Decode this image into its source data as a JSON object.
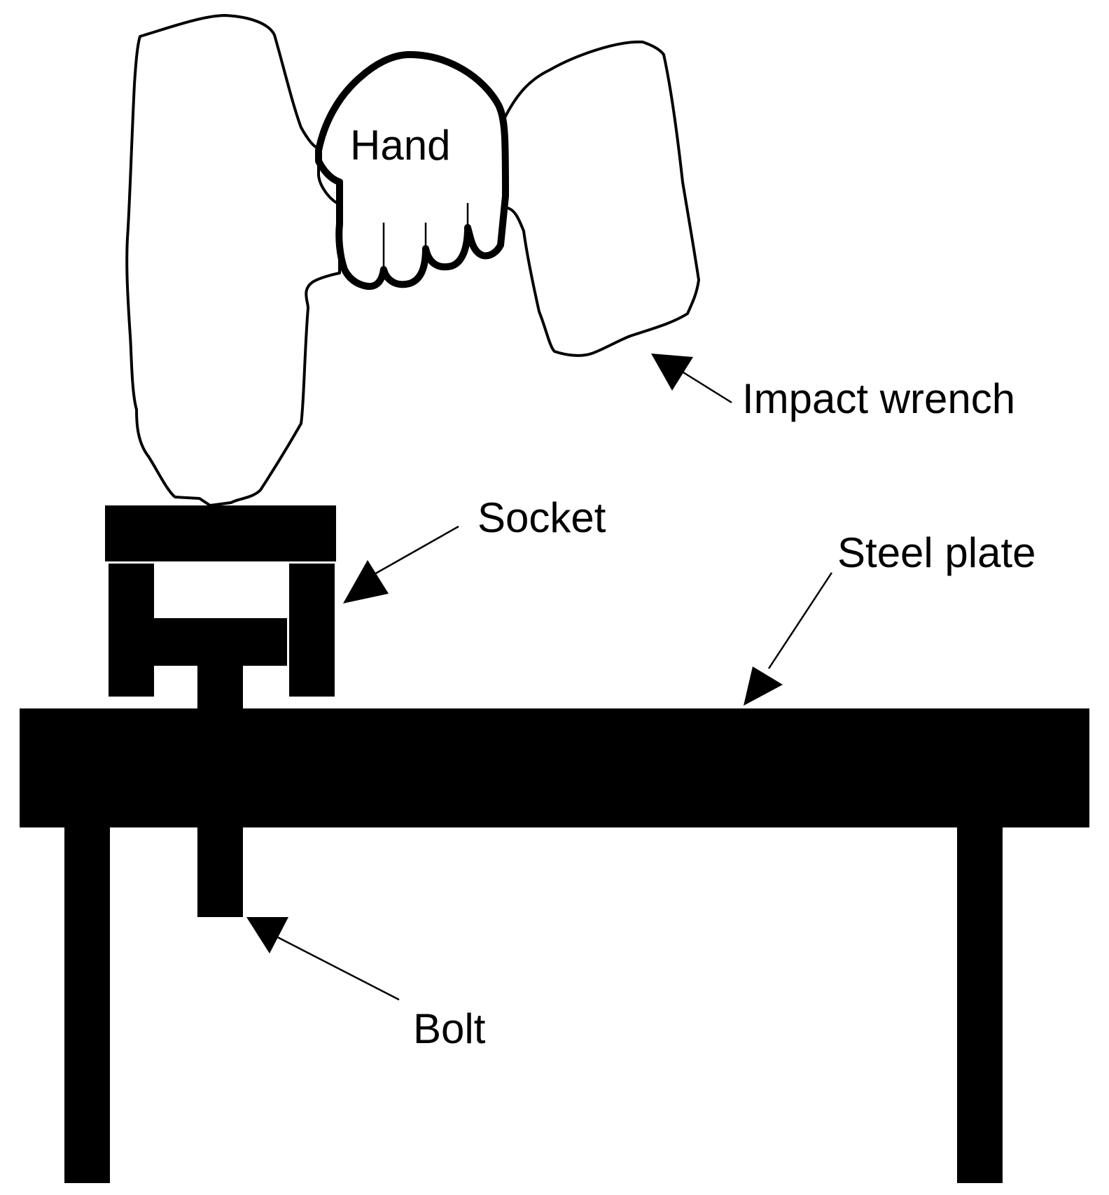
{
  "labels": {
    "hand": "Hand",
    "impact_wrench": "Impact wrench",
    "socket": "Socket",
    "steel_plate": "Steel plate",
    "bolt": "Bolt"
  },
  "colors": {
    "ink": "#000000",
    "background": "#ffffff"
  }
}
